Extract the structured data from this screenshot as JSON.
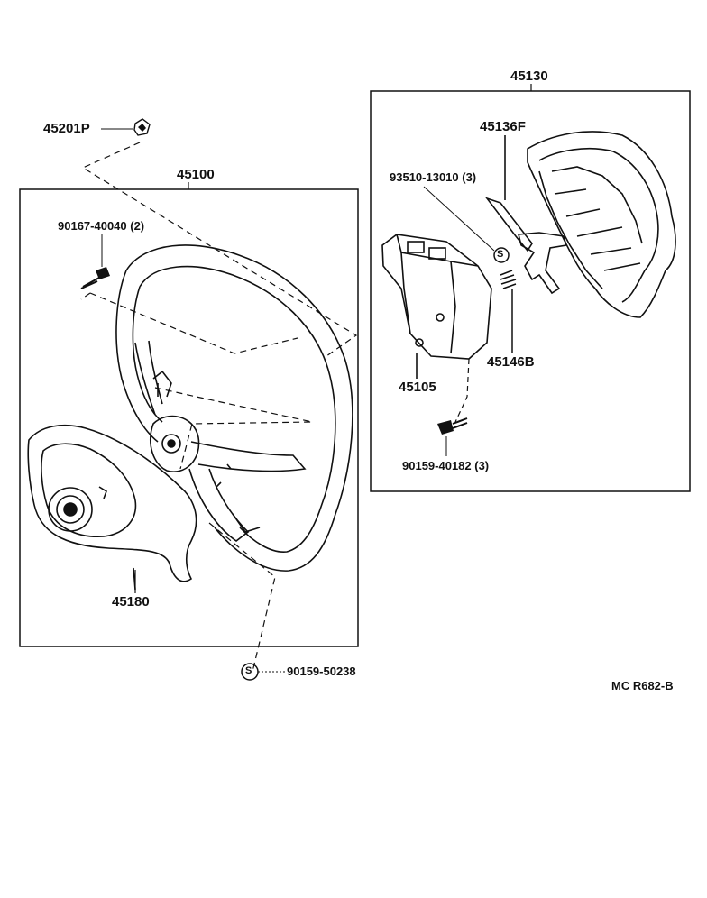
{
  "diagram": {
    "figure_code": "MC R682-B",
    "parts": {
      "assy_left": "45100",
      "assy_right": "45130",
      "emblem": "45201P",
      "screw_left": "90167-40040 (2)",
      "pad_lower": "45180",
      "nut_bottom": "90159-50238",
      "lock_nut_mark": "S",
      "bolt_right": "93510-13010 (3)",
      "spring_plate": "45136F",
      "spring": "45146B",
      "inflator": "45105",
      "screw_right": "90159-40182 (3)"
    }
  }
}
